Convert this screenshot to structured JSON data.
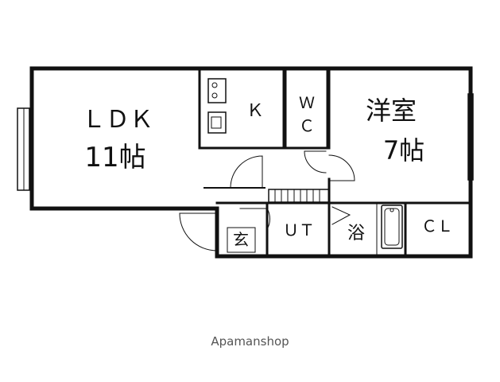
{
  "rooms": {
    "ldk": {
      "name": "ＬＤＫ",
      "size": "11帖"
    },
    "kitchen": {
      "name": "Ｋ"
    },
    "wc": {
      "line1": "Ｗ",
      "line2": "Ｃ"
    },
    "western": {
      "name": "洋室",
      "size": "7帖"
    },
    "entrance": {
      "name": "玄"
    },
    "ut": {
      "name": "ＵＴ"
    },
    "bath": {
      "name": "浴"
    },
    "closet": {
      "name": "ＣＬ"
    }
  },
  "watermark": "Apamanshop"
}
